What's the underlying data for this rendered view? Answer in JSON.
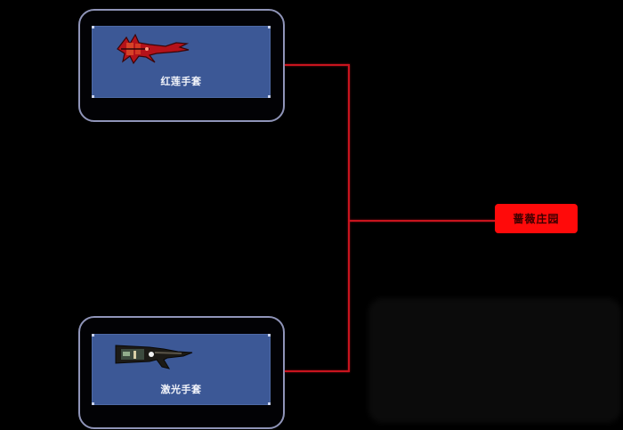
{
  "diagram": {
    "type": "crafting-tree",
    "sources": [
      {
        "id": "red-lotus-gloves",
        "label": "红莲手套",
        "icon": "red-claw-gauntlet-icon"
      },
      {
        "id": "laser-gloves",
        "label": "激光手套",
        "icon": "laser-gauntlet-icon"
      }
    ],
    "target": {
      "label": "蔷薇庄园",
      "color": "#ff0a0a"
    },
    "edges": [
      {
        "from": "红莲手套",
        "to": "蔷薇庄园"
      },
      {
        "from": "激光手套",
        "to": "蔷薇庄园"
      }
    ]
  },
  "colors": {
    "background": "#000000",
    "card_border": "#8f94b8",
    "panel_fill": "#3c5896",
    "connector": "#c8141e",
    "target_fill": "#ff0a0a"
  }
}
